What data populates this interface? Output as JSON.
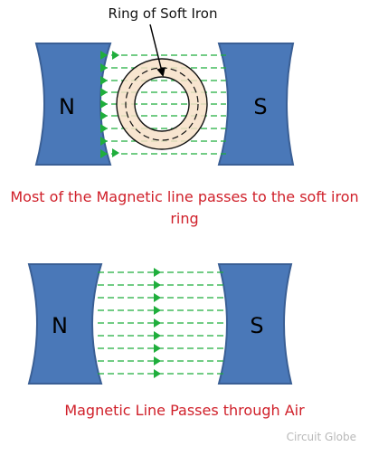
{
  "diagram1": {
    "ring_label": "Ring of Soft Iron",
    "north_label": "N",
    "south_label": "S",
    "caption": "Most of the Magnetic line passes to the soft iron ring"
  },
  "diagram2": {
    "north_label": "N",
    "south_label": "S",
    "caption": "Magnetic Line Passes through Air"
  },
  "watermark": "Circuit Globe",
  "colors": {
    "magnet": "#4a78b8",
    "magnet_stroke": "#3a5f95",
    "field_lines": "#1fae3c",
    "iron_ring": "#f7e0c8",
    "caption": "#d0202a"
  },
  "icons": {
    "field_arrow": "triangle-right-icon",
    "pointer": "arrow-down-icon"
  }
}
